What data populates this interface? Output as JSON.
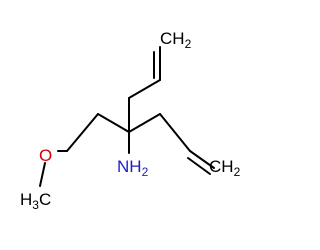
{
  "molecule": {
    "labels": {
      "ch2_top": {
        "main": "CH",
        "sub": "2"
      },
      "ch2_bottom": {
        "main": "CH",
        "sub": "2"
      },
      "oxygen": {
        "main": "O"
      },
      "amine": {
        "main": "NH",
        "sub": "2"
      },
      "methyl": {
        "main": "H",
        "sub": "3",
        "tail": "C"
      }
    },
    "colors": {
      "bond": "#000000",
      "carbon": "#000000",
      "oxygen": "#d40000",
      "nitrogen": "#1e1ec8"
    }
  }
}
